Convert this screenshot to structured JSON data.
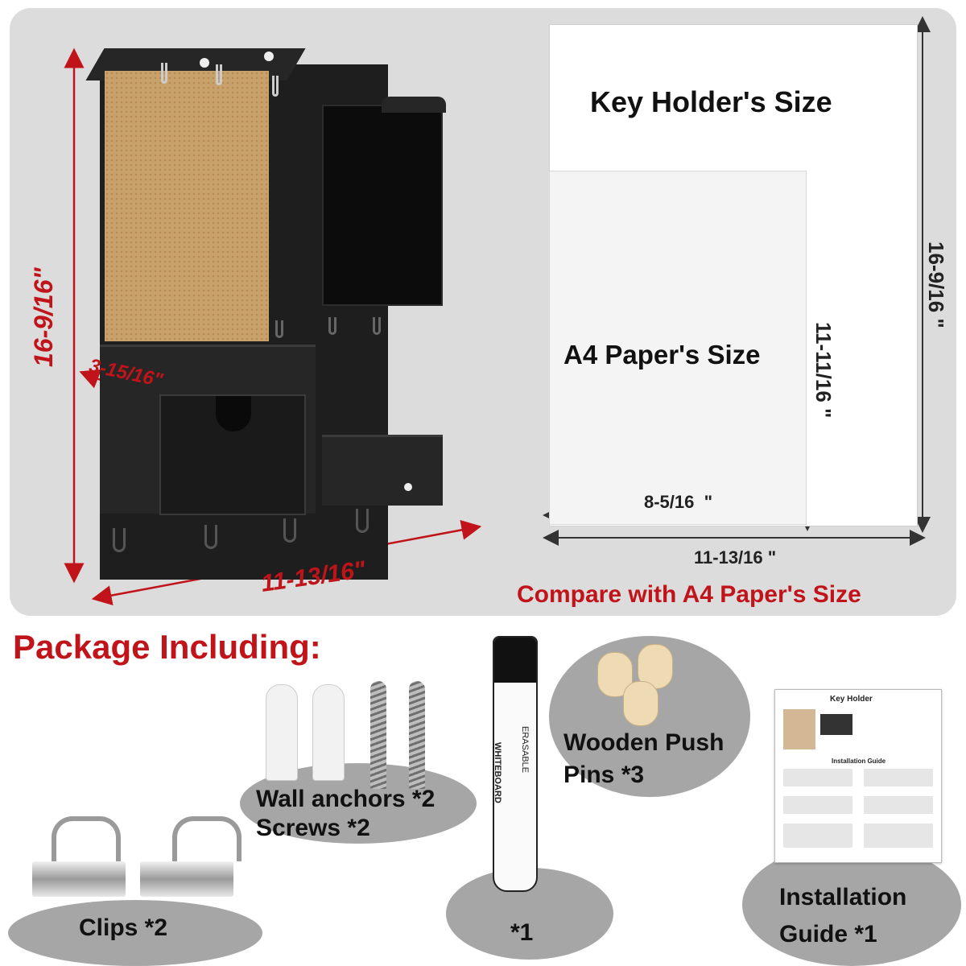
{
  "top": {
    "holder_height": "16-9/16\"",
    "holder_depth": "3-15/16\"",
    "holder_width": "11-13/16\"",
    "paper_title": "Key Holder's Size",
    "a4_title": "A4 Paper's Size",
    "a4_height": "11-11/16 \"",
    "a4_width": "8-5/16  \"",
    "outer_width": "11-13/16 \"",
    "outer_height": "16-9/16 \"",
    "compare_caption": "Compare with A4 Paper's Size"
  },
  "package": {
    "heading": "Package Including:",
    "anchors_label": "Wall anchors *2",
    "screws_label": "Screws *2",
    "marker_label": "*1",
    "marker_text_1": "WHITEBOARD",
    "marker_text_2": "ERASABLE",
    "pins_label_1": "Wooden Push",
    "pins_label_2": "Pins *3",
    "clips_label": "Clips *2",
    "guide_label_1": "Installation",
    "guide_label_2": "Guide *1",
    "guide_title": "Key Holder",
    "guide_subtitle": "Installation Guide"
  },
  "colors": {
    "accent_red": "#c0141a",
    "panel_gray": "#dcdcdc",
    "ellipse_gray": "#a6a6a6"
  }
}
